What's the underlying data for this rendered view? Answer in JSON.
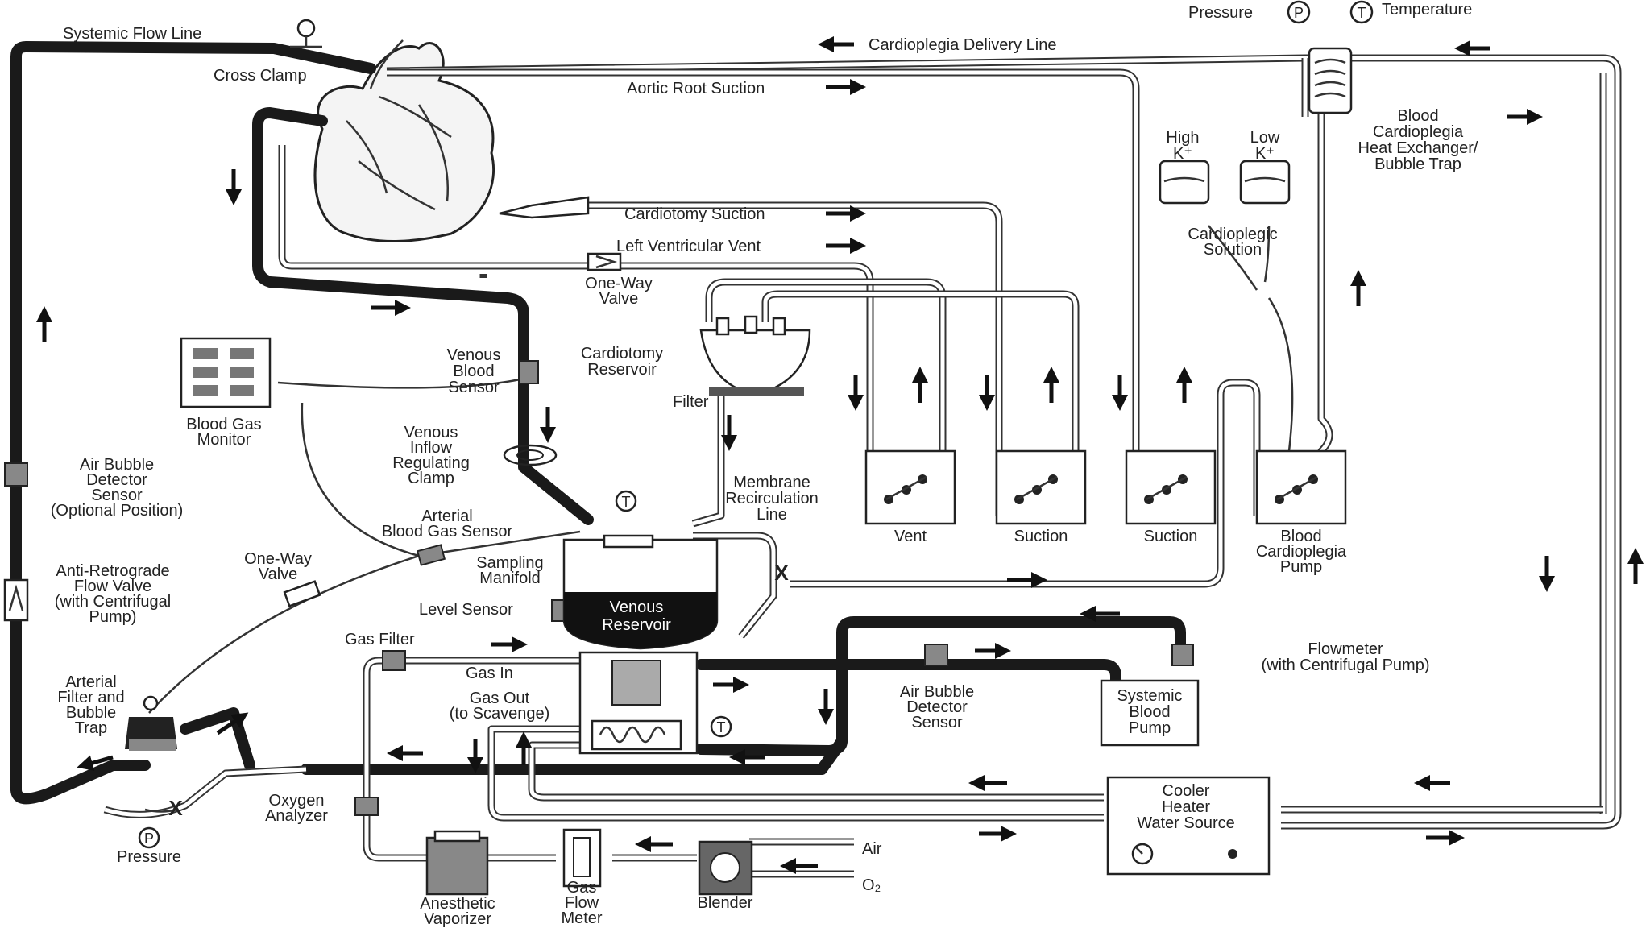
{
  "labels": {
    "systemic_flow_line": "Systemic Flow Line",
    "cross_clamp": "Cross Clamp",
    "cardioplegia_delivery_line": "Cardioplegia Delivery Line",
    "aortic_root_suction": "Aortic Root Suction",
    "pressure_top": "Pressure",
    "temperature_top": "Temperature",
    "blood_cardioplegia_hx": [
      "Blood",
      "Cardioplegia",
      "Heat Exchanger/",
      "Bubble Trap"
    ],
    "high_k": [
      "High",
      "K⁺"
    ],
    "low_k": [
      "Low",
      "K⁺"
    ],
    "cardioplegic_solution": [
      "Cardioplegic",
      "Solution"
    ],
    "cardiotomy_suction": "Cardiotomy Suction",
    "left_ventricular_vent": "Left Ventricular Vent",
    "one_way_valve_top": [
      "One-Way",
      "Valve"
    ],
    "cardiotomy_reservoir": [
      "Cardiotomy",
      "Reservoir"
    ],
    "filter": "Filter",
    "venous_blood_sensor": [
      "Venous",
      "Blood",
      "Sensor"
    ],
    "blood_gas_monitor": [
      "Blood Gas",
      "Monitor"
    ],
    "venous_inflow_clamp": [
      "Venous",
      "Inflow",
      "Regulating",
      "Clamp"
    ],
    "air_bubble_detector_left": [
      "Air Bubble",
      "Detector",
      "Sensor",
      "(Optional Position)"
    ],
    "arterial_blood_gas_sensor": [
      "Arterial",
      "Blood Gas Sensor"
    ],
    "sampling_manifold": [
      "Sampling",
      "Manifold"
    ],
    "membrane_recirculation_line": [
      "Membrane",
      "Recirculation",
      "Line"
    ],
    "one_way_valve_left": [
      "One-Way",
      "Valve"
    ],
    "anti_retrograde_valve": [
      "Anti-Retrograde",
      "Flow Valve",
      "(with Centrifugal",
      "Pump)"
    ],
    "level_sensor": "Level Sensor",
    "venous_reservoir": [
      "Venous",
      "Reservoir"
    ],
    "vent": "Vent",
    "suction_1": "Suction",
    "suction_2": "Suction",
    "blood_cardioplegia_pump": [
      "Blood",
      "Cardioplegia",
      "Pump"
    ],
    "gas_filter": "Gas Filter",
    "gas_in": "Gas In",
    "gas_out": [
      "Gas Out",
      "(to Scavenge)"
    ],
    "flowmeter": [
      "Flowmeter",
      "(with Centrifugal Pump)"
    ],
    "air_bubble_detector_mid": [
      "Air Bubble",
      "Detector",
      "Sensor"
    ],
    "systemic_blood_pump": [
      "Systemic",
      "Blood",
      "Pump"
    ],
    "arterial_filter": [
      "Arterial",
      "Filter and",
      "Bubble",
      "Trap"
    ],
    "oxygen_analyzer": [
      "Oxygen",
      "Analyzer"
    ],
    "pressure_bottom": "Pressure",
    "cooler_heater": [
      "Cooler",
      "Heater",
      "Water Source"
    ],
    "anesthetic_vaporizer": [
      "Anesthetic",
      "Vaporizer"
    ],
    "gas_flow_meter": [
      "Gas",
      "Flow",
      "Meter"
    ],
    "blender": "Blender",
    "air": "Air",
    "o2": "O₂",
    "p_symbol": "P",
    "t_symbol": "T",
    "x_mark": "X"
  }
}
